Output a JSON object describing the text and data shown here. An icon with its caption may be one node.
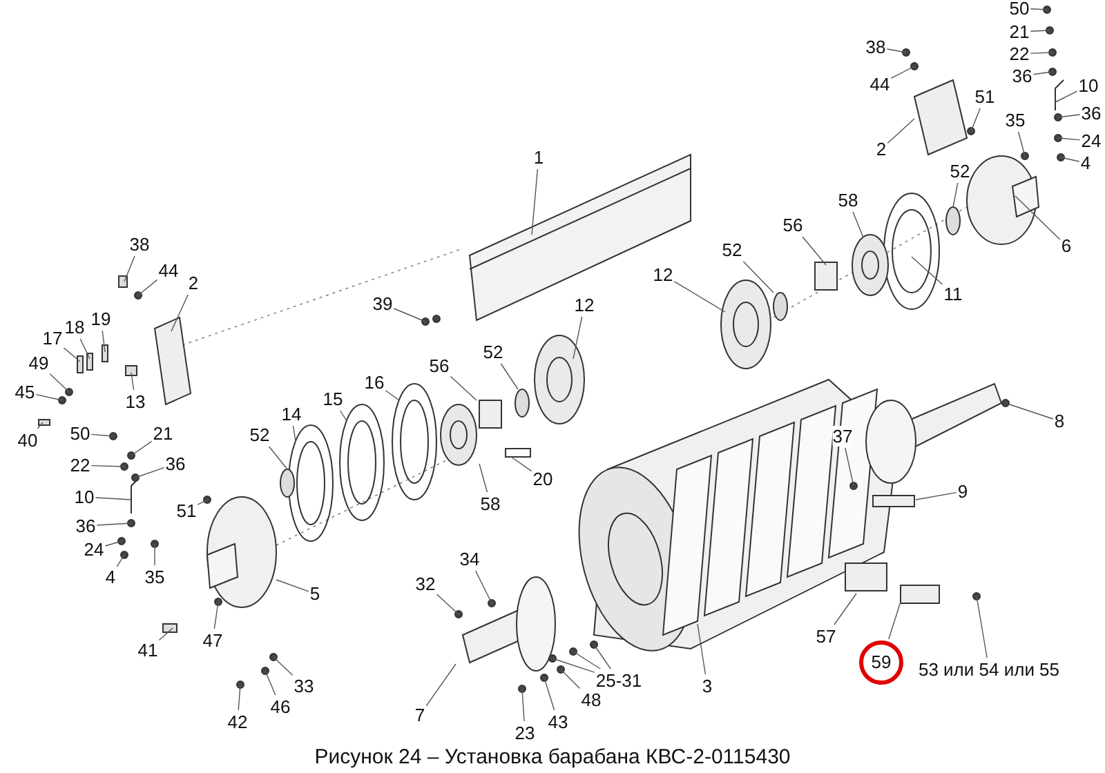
{
  "diagram": {
    "caption": "Рисунок 24 – Установка барабана КВС-2-0115430",
    "nodes": [
      {
        "text": [
          "50"
        ]
      },
      {
        "text": [
          "21"
        ]
      },
      {
        "text": [
          "38"
        ]
      },
      {
        "text": [
          "22"
        ]
      },
      {
        "text": [
          "36"
        ]
      },
      {
        "text": [
          "44"
        ]
      },
      {
        "text": [
          "10"
        ]
      },
      {
        "text": [
          "51"
        ]
      },
      {
        "text": [
          "36"
        ]
      },
      {
        "text": [
          "35"
        ]
      },
      {
        "text": [
          "24"
        ]
      },
      {
        "text": [
          "4"
        ]
      },
      {
        "text": [
          "2"
        ]
      },
      {
        "text": [
          "1"
        ]
      },
      {
        "text": [
          "52"
        ]
      },
      {
        "text": [
          "58"
        ]
      },
      {
        "text": [
          "56"
        ]
      },
      {
        "text": [
          "6"
        ]
      },
      {
        "text": [
          "52"
        ]
      },
      {
        "text": [
          "38"
        ]
      },
      {
        "text": [
          "44"
        ]
      },
      {
        "text": [
          "12"
        ]
      },
      {
        "text": [
          "2"
        ]
      },
      {
        "text": [
          "11"
        ]
      },
      {
        "text": [
          "39"
        ]
      },
      {
        "text": [
          "12"
        ]
      },
      {
        "text": [
          "19"
        ]
      },
      {
        "text": [
          "18"
        ]
      },
      {
        "text": [
          "17"
        ]
      },
      {
        "text": [
          "49"
        ]
      },
      {
        "text": [
          "56"
        ]
      },
      {
        "text": [
          "52"
        ]
      },
      {
        "text": [
          "16"
        ]
      },
      {
        "text": [
          "45"
        ]
      },
      {
        "text": [
          "13"
        ]
      },
      {
        "text": [
          "15"
        ]
      },
      {
        "text": [
          "14"
        ]
      },
      {
        "text": [
          "8"
        ]
      },
      {
        "text": [
          "50"
        ]
      },
      {
        "text": [
          "21"
        ]
      },
      {
        "text": [
          "52"
        ]
      },
      {
        "text": [
          "37"
        ]
      },
      {
        "text": [
          "40"
        ]
      },
      {
        "text": [
          "22"
        ]
      },
      {
        "text": [
          "36"
        ]
      },
      {
        "text": [
          "20"
        ]
      },
      {
        "text": [
          "9"
        ]
      },
      {
        "text": [
          "10"
        ]
      },
      {
        "text": [
          "58"
        ]
      },
      {
        "text": [
          "51"
        ]
      },
      {
        "text": [
          "36"
        ]
      },
      {
        "text": [
          "24"
        ]
      },
      {
        "text": [
          "34"
        ]
      },
      {
        "text": [
          "4"
        ]
      },
      {
        "text": [
          "35"
        ]
      },
      {
        "text": [
          "32"
        ]
      },
      {
        "text": [
          "5"
        ]
      },
      {
        "text": [
          "57"
        ]
      },
      {
        "text": [
          "47"
        ]
      },
      {
        "text": [
          "41"
        ]
      },
      {
        "text": [
          "59"
        ]
      },
      {
        "text": [
          "53 или 54 или 55"
        ]
      },
      {
        "text": [
          "25-31"
        ]
      },
      {
        "text": [
          "33"
        ]
      },
      {
        "text": [
          "3"
        ]
      },
      {
        "text": [
          "48"
        ]
      },
      {
        "text": [
          "46"
        ]
      },
      {
        "text": [
          "7"
        ]
      },
      {
        "text": [
          "43"
        ]
      },
      {
        "text": [
          "42"
        ]
      },
      {
        "text": [
          "23"
        ]
      }
    ],
    "edges": [
      {
        "from": 0,
        "to": null,
        "arrow": "none"
      },
      {
        "from": 1,
        "to": null,
        "arrow": "none"
      },
      {
        "from": 2,
        "to": null,
        "arrow": "none"
      },
      {
        "from": 3,
        "to": null,
        "arrow": "none"
      },
      {
        "from": 4,
        "to": null,
        "arrow": "none"
      },
      {
        "from": 5,
        "to": null,
        "arrow": "none"
      },
      {
        "from": 6,
        "to": null,
        "arrow": "none"
      },
      {
        "from": 7,
        "to": null,
        "arrow": "none"
      },
      {
        "from": 8,
        "to": null,
        "arrow": "none"
      },
      {
        "from": 9,
        "to": null,
        "arrow": "none"
      },
      {
        "from": 10,
        "to": null,
        "arrow": "none"
      },
      {
        "from": 11,
        "to": null,
        "arrow": "none"
      },
      {
        "from": 12,
        "to": null,
        "arrow": "none"
      },
      {
        "from": 13,
        "to": null,
        "arrow": "none"
      },
      {
        "from": 14,
        "to": null,
        "arrow": "none"
      },
      {
        "from": 15,
        "to": null,
        "arrow": "none"
      },
      {
        "from": 16,
        "to": null,
        "arrow": "none"
      },
      {
        "from": 17,
        "to": null,
        "arrow": "none"
      },
      {
        "from": 18,
        "to": null,
        "arrow": "none"
      },
      {
        "from": 19,
        "to": null,
        "arrow": "none"
      },
      {
        "from": 20,
        "to": null,
        "arrow": "none"
      },
      {
        "from": 21,
        "to": null,
        "arrow": "none"
      },
      {
        "from": 22,
        "to": null,
        "arrow": "none"
      },
      {
        "from": 23,
        "to": null,
        "arrow": "none"
      },
      {
        "from": 24,
        "to": null,
        "arrow": "none"
      },
      {
        "from": 25,
        "to": null,
        "arrow": "none"
      },
      {
        "from": 26,
        "to": null,
        "arrow": "none"
      },
      {
        "from": 27,
        "to": null,
        "arrow": "none"
      },
      {
        "from": 28,
        "to": null,
        "arrow": "none"
      },
      {
        "from": 29,
        "to": null,
        "arrow": "none"
      },
      {
        "from": 30,
        "to": null,
        "arrow": "none"
      },
      {
        "from": 31,
        "to": null,
        "arrow": "none"
      },
      {
        "from": 32,
        "to": null,
        "arrow": "none"
      },
      {
        "from": 33,
        "to": null,
        "arrow": "none"
      },
      {
        "from": 34,
        "to": null,
        "arrow": "none"
      },
      {
        "from": 35,
        "to": null,
        "arrow": "none"
      },
      {
        "from": 36,
        "to": null,
        "arrow": "none"
      },
      {
        "from": 37,
        "to": null,
        "arrow": "none"
      },
      {
        "from": 38,
        "to": null,
        "arrow": "none"
      },
      {
        "from": 39,
        "to": null,
        "arrow": "none"
      },
      {
        "from": 40,
        "to": null,
        "arrow": "none"
      },
      {
        "from": 41,
        "to": null,
        "arrow": "none"
      },
      {
        "from": 42,
        "to": null,
        "arrow": "none"
      },
      {
        "from": 43,
        "to": null,
        "arrow": "none"
      },
      {
        "from": 44,
        "to": null,
        "arrow": "none"
      },
      {
        "from": 45,
        "to": null,
        "arrow": "none"
      },
      {
        "from": 46,
        "to": null,
        "arrow": "none"
      },
      {
        "from": 47,
        "to": null,
        "arrow": "none"
      },
      {
        "from": 48,
        "to": null,
        "arrow": "none"
      },
      {
        "from": 49,
        "to": null,
        "arrow": "none"
      },
      {
        "from": 50,
        "to": null,
        "arrow": "none"
      },
      {
        "from": 51,
        "to": null,
        "arrow": "none"
      },
      {
        "from": 52,
        "to": null,
        "arrow": "none"
      },
      {
        "from": 53,
        "to": null,
        "arrow": "none"
      },
      {
        "from": 54,
        "to": null,
        "arrow": "none"
      },
      {
        "from": 55,
        "to": null,
        "arrow": "none"
      },
      {
        "from": 56,
        "to": null,
        "arrow": "none"
      },
      {
        "from": 57,
        "to": null,
        "arrow": "none"
      },
      {
        "from": 58,
        "to": null,
        "arrow": "none"
      },
      {
        "from": 59,
        "to": null,
        "arrow": "none"
      },
      {
        "from": 60,
        "to": null,
        "arrow": "none"
      },
      {
        "from": 61,
        "to": null,
        "arrow": "none"
      },
      {
        "from": 62,
        "to": null,
        "arrow": "none"
      },
      {
        "from": 62,
        "to": null,
        "arrow": "none"
      },
      {
        "from": 62,
        "to": null,
        "arrow": "none"
      },
      {
        "from": 63,
        "to": null,
        "arrow": "none"
      },
      {
        "from": 64,
        "to": null,
        "arrow": "none"
      },
      {
        "from": 65,
        "to": null,
        "arrow": "none"
      },
      {
        "from": 66,
        "to": null,
        "arrow": "none"
      },
      {
        "from": 67,
        "to": null,
        "arrow": "none"
      },
      {
        "from": 68,
        "to": null,
        "arrow": "none"
      },
      {
        "from": 69,
        "to": null,
        "arrow": "none"
      },
      {
        "from": 70,
        "to": null,
        "arrow": "none"
      }
    ]
  }
}
